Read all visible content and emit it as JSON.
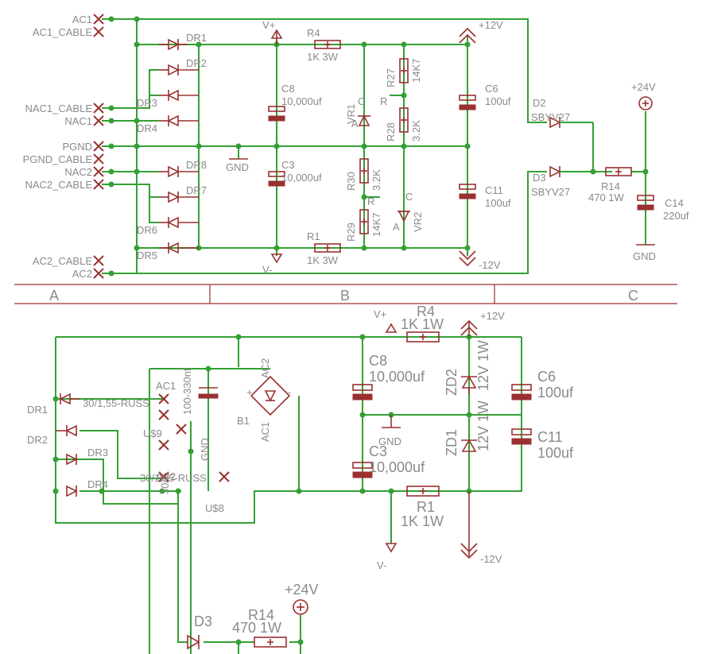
{
  "top": {
    "connectors": {
      "ac1": "AC1",
      "ac1_cable": "AC1_CABLE",
      "nac1_cable": "NAC1_CABLE",
      "nac1": "NAC1",
      "pgnd": "PGND",
      "pgnd_cable": "PGND_CABLE",
      "nac2": "NAC2",
      "nac2_cable": "NAC2_CABLE",
      "ac2_cable": "AC2_CABLE",
      "ac2": "AC2"
    },
    "diodes": [
      "DR1",
      "DR2",
      "DR3",
      "DR4",
      "DR8",
      "DR7",
      "DR6",
      "DR5"
    ],
    "supply": {
      "vplus": "V+",
      "vminus": "V-",
      "p12": "+12V",
      "m12": "-12V",
      "p24": "+24V",
      "gnd": "GND",
      "gnd2": "GND"
    },
    "parts": {
      "r4": "R4",
      "r4v": "1K 3W",
      "r1": "R1",
      "r1v": "1K 3W",
      "c8": "C8",
      "c8v": "10,000uf",
      "c3": "C3",
      "c3v": "10,000uf",
      "c6": "C6",
      "c6v": "100uf",
      "c11": "C11",
      "c11v": "100uf",
      "r27": "R27",
      "r27v": "14K7",
      "r28": "R28",
      "r28v": "3.2K",
      "r30": "R30",
      "r30v": "3.2K",
      "r29": "R29",
      "r29v": "14K7",
      "vr1": "VR1",
      "vr2": "VR2",
      "d2": "D2",
      "d2v": "SBYV27",
      "d3": "D3",
      "d3v": "SBYV27",
      "r14": "R14",
      "r14v": "470 1W",
      "c14": "C14",
      "c14v": "220uf",
      "pinA": "A",
      "pinC": "C",
      "pinR": "R"
    }
  },
  "frame": {
    "zones": [
      "A",
      "B",
      "C"
    ]
  },
  "bottom": {
    "labels": {
      "vplus": "V+",
      "r4": "R4",
      "r4v": "1K 1W",
      "p12": "+12V",
      "ac1": "AC1",
      "cap": "100-330nf",
      "dr1": "DR1",
      "dr2": "DR2",
      "dr3": "DR3",
      "dr4": "DR4",
      "russ1": "30/1,55-RUSS",
      "russ2": "30/1,55-RUSS",
      "russ3": "30/1",
      "us9": "U$9",
      "gnd_small": "GND",
      "ac2": "AC2",
      "us8": "U$8",
      "b1": "B1",
      "ac2_pin": "AC2",
      "ac1_pin": "AC1",
      "c8": "C8",
      "c8v": "10,000uf",
      "c3": "C3",
      "c3v": "10,000uf",
      "zd2": "ZD2",
      "zd2v": "12V 1W",
      "zd1": "ZD1",
      "zd1v": "12V 1W",
      "c6": "C6",
      "c6v": "100uf",
      "c11": "C11",
      "c11v": "100uf",
      "gnd": "GND",
      "r1": "R1",
      "r1v": "1K 1W",
      "vminus": "V-",
      "m12": "-12V",
      "p24": "+24V",
      "d3": "D3",
      "r14": "R14",
      "r14v": "470 1W",
      "plus": "+",
      "minus": "-"
    }
  }
}
